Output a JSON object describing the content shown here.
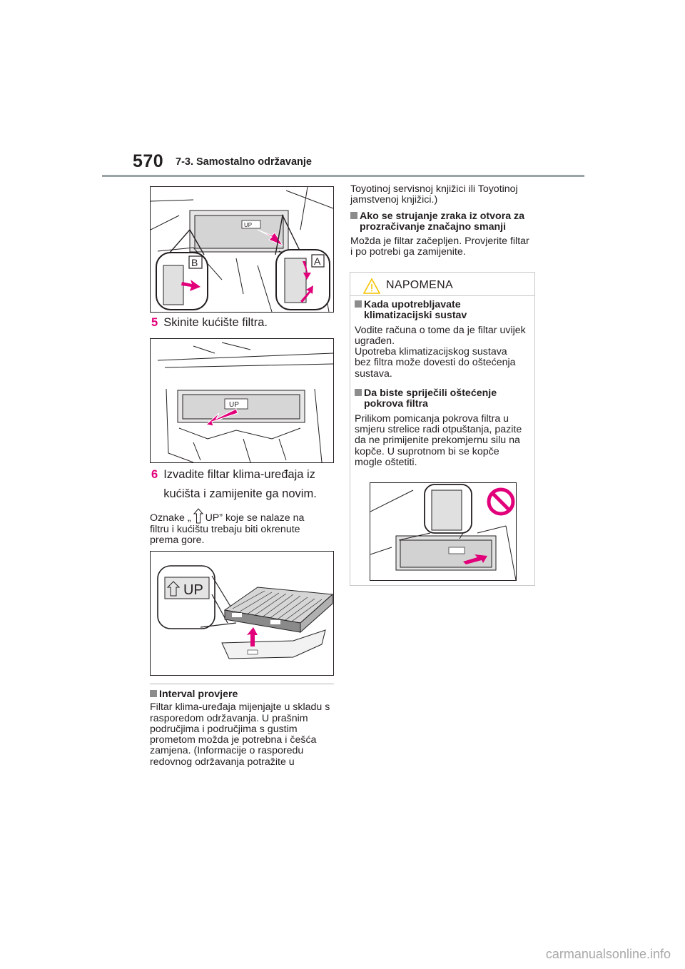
{
  "header": {
    "page_number": "570",
    "section": "7-3. Samostalno održavanje"
  },
  "figures": {
    "cover_callouts": {
      "label_b": "B",
      "label_a": "A"
    },
    "up_label": "UP"
  },
  "steps": [
    {
      "number": "5",
      "text": "Skinite kućište filtra."
    },
    {
      "number": "6",
      "line1": "Izvadite filtar klima-uređaja iz",
      "line2": "kućišta i zamijenite ga novim."
    }
  ],
  "up_note": {
    "before": "Oznake „",
    "after": " UP” koje se nalaze na",
    "line2": "filtru i kućištu trebaju biti okrenute",
    "line3": "prema gore."
  },
  "interval": {
    "heading": "Interval provjere",
    "lines": [
      "Filtar klima-uređaja mijenjajte u skladu s",
      "rasporedom održavanja. U prašnim",
      "područjima i područjima s gustim",
      "prometom možda je potrebna i češća",
      "zamjena. (Informacije o rasporedu",
      "redovnog održavanja potražite u"
    ]
  },
  "right_column": {
    "continuation": [
      "Toyotinoj servisnoj knjižici ili Toyotinoj",
      "jamstvenoj knjižici.)"
    ],
    "airflow_heading": [
      "Ako se strujanje zraka iz otvora za",
      "prozračivanje značajno smanji"
    ],
    "airflow_text": [
      "Možda je filtar začepljen. Provjerite filtar",
      "i po potrebi ga zamijenite."
    ]
  },
  "napomena": {
    "title": "NAPOMENA",
    "sections": [
      {
        "heading": [
          "Kada upotrebljavate",
          "klimatizacijski sustav"
        ],
        "lines": [
          "Vodite računa o tome da je filtar uvijek",
          "ugrađen.",
          "Upotreba klimatizacijskog sustava",
          "bez filtra može dovesti do oštećenja",
          "sustava."
        ]
      },
      {
        "heading": [
          "Da biste spriječili oštećenje",
          "pokrova filtra"
        ],
        "lines": [
          "Prilikom pomicanja pokrova filtra u",
          "smjeru strelice radi otpuštanja, pazite",
          "da ne primijenite prekomjernu silu na",
          "kopče. U suprotnom bi se kopče",
          "mogle oštetiti."
        ]
      }
    ]
  },
  "watermark": "carmanualsonline.info",
  "colors": {
    "accent": "#e2007a",
    "rule": "#9aa3a8",
    "bullet": "#8c8c8c",
    "warning": "#f5c400"
  },
  "icons": [
    "warning-triangle-icon",
    "prohibition-icon",
    "up-arrow-icon"
  ]
}
